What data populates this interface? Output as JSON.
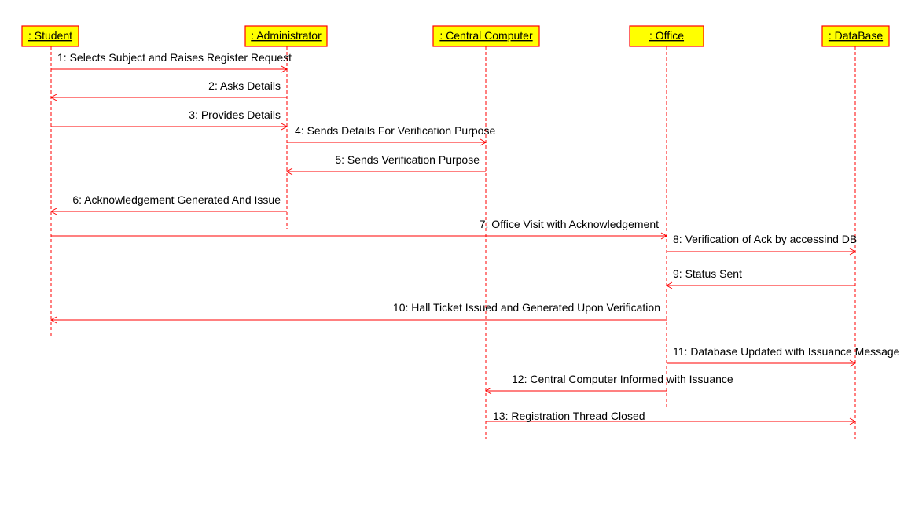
{
  "colors": {
    "background": "#ffffff",
    "object_fill": "#ffff00",
    "line": "#ff0000",
    "text": "#000000"
  },
  "participants": [
    {
      "id": "student",
      "label": ": Student"
    },
    {
      "id": "administrator",
      "label": ": Administrator"
    },
    {
      "id": "central-computer",
      "label": ": Central Computer"
    },
    {
      "id": "office",
      "label": ": Office"
    },
    {
      "id": "database",
      "label": ": DataBase"
    }
  ],
  "messages": [
    {
      "label": "1: Selects Subject and Raises Register Request",
      "from": "student",
      "to": "administrator"
    },
    {
      "label": "2: Asks Details",
      "from": "administrator",
      "to": "student"
    },
    {
      "label": "3: Provides Details",
      "from": "student",
      "to": "administrator"
    },
    {
      "label": "4: Sends Details For Verification Purpose",
      "from": "administrator",
      "to": "central-computer"
    },
    {
      "label": "5: Sends Verification Purpose",
      "from": "central-computer",
      "to": "administrator"
    },
    {
      "label": "6: Acknowledgement Generated And Issue",
      "from": "administrator",
      "to": "student"
    },
    {
      "label": "7: Office Visit with Acknowledgement",
      "from": "student",
      "to": "office"
    },
    {
      "label": "8: Verification of Ack by accessind DB",
      "from": "office",
      "to": "database"
    },
    {
      "label": "9: Status Sent",
      "from": "database",
      "to": "office"
    },
    {
      "label": "10: Hall Ticket Issued and Generated Upon Verification",
      "from": "office",
      "to": "student"
    },
    {
      "label": "11: Database Updated with Issuance Message",
      "from": "office",
      "to": "database"
    },
    {
      "label": "12: Central Computer Informed with Issuance",
      "from": "office",
      "to": "central-computer"
    },
    {
      "label": "13: Registration Thread Closed",
      "from": "central-computer",
      "to": "database"
    }
  ]
}
